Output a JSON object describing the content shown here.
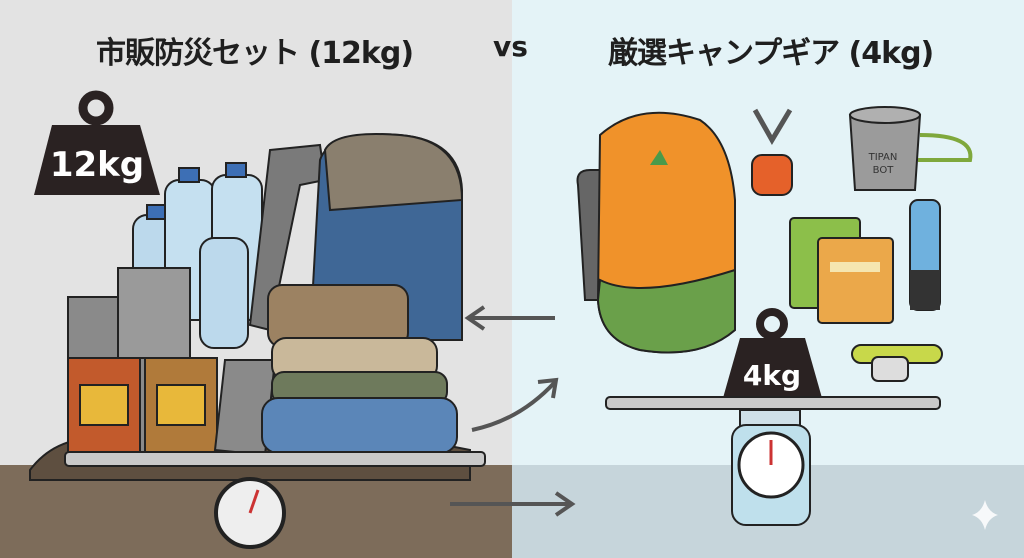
{
  "left": {
    "title": "市販防災セット (12kg)",
    "weight_label": "12kg"
  },
  "vs_label": "vs",
  "right": {
    "title": "厳選キャンプギア (4kg)",
    "weight_label": "4kg",
    "pot_brand_line1": "TIPAN",
    "pot_brand_line2": "BOT"
  },
  "colors": {
    "left_bg": "#e3e3e3",
    "right_bg": "#e4f3f7",
    "weight": "#2a2222",
    "backpack_orange": "#f0922a"
  }
}
